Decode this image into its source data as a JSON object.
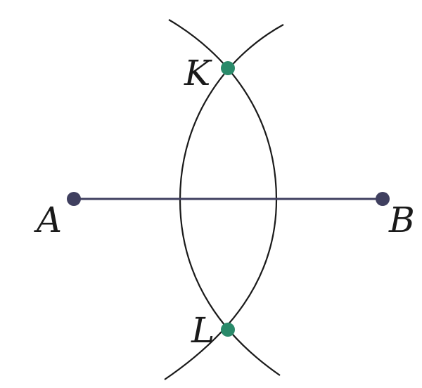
{
  "diagram": {
    "points": {
      "A": {
        "label": "A",
        "color": "#3f3f5f"
      },
      "B": {
        "label": "B",
        "color": "#3f3f5f"
      },
      "K": {
        "label": "K",
        "color": "#2a8a6a"
      },
      "L": {
        "label": "L",
        "color": "#2a8a6a"
      }
    },
    "segment": {
      "from": "A",
      "to": "B",
      "color": "#3f3f5f"
    },
    "arcs": {
      "color": "#1a1a1a"
    }
  }
}
